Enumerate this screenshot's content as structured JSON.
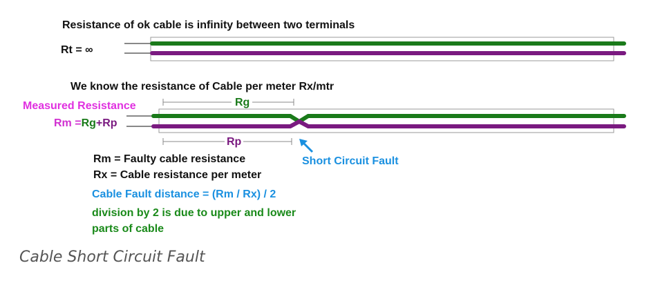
{
  "diagram": {
    "title_ok": "Resistance of ok cable is infinity between two terminals",
    "rt_label": "Rt = ∞",
    "known_text": "We know the resistance of Cable per meter Rx/mtr",
    "measured_label": "Measured Resistance",
    "rm_eq_prefix": "Rm =",
    "rm_eq_rg": "Rg",
    "rm_eq_rp": "+Rp",
    "rg_label": "Rg",
    "rp_label": "Rp",
    "fault_label": "Short Circuit Fault",
    "def_rm": "Rm = Faulty cable resistance",
    "def_rx": "Rx = Cable resistance per meter",
    "formula": "Cable Fault distance = (Rm / Rx) / 2",
    "note_line1": "division by 2 is due to upper and lower",
    "note_line2": "parts of cable",
    "colors": {
      "green": "#1a7a1a",
      "purple": "#7a1a80",
      "magenta": "#e030e0",
      "blue": "#1a90e0"
    }
  },
  "caption": "Cable Short Circuit Fault"
}
